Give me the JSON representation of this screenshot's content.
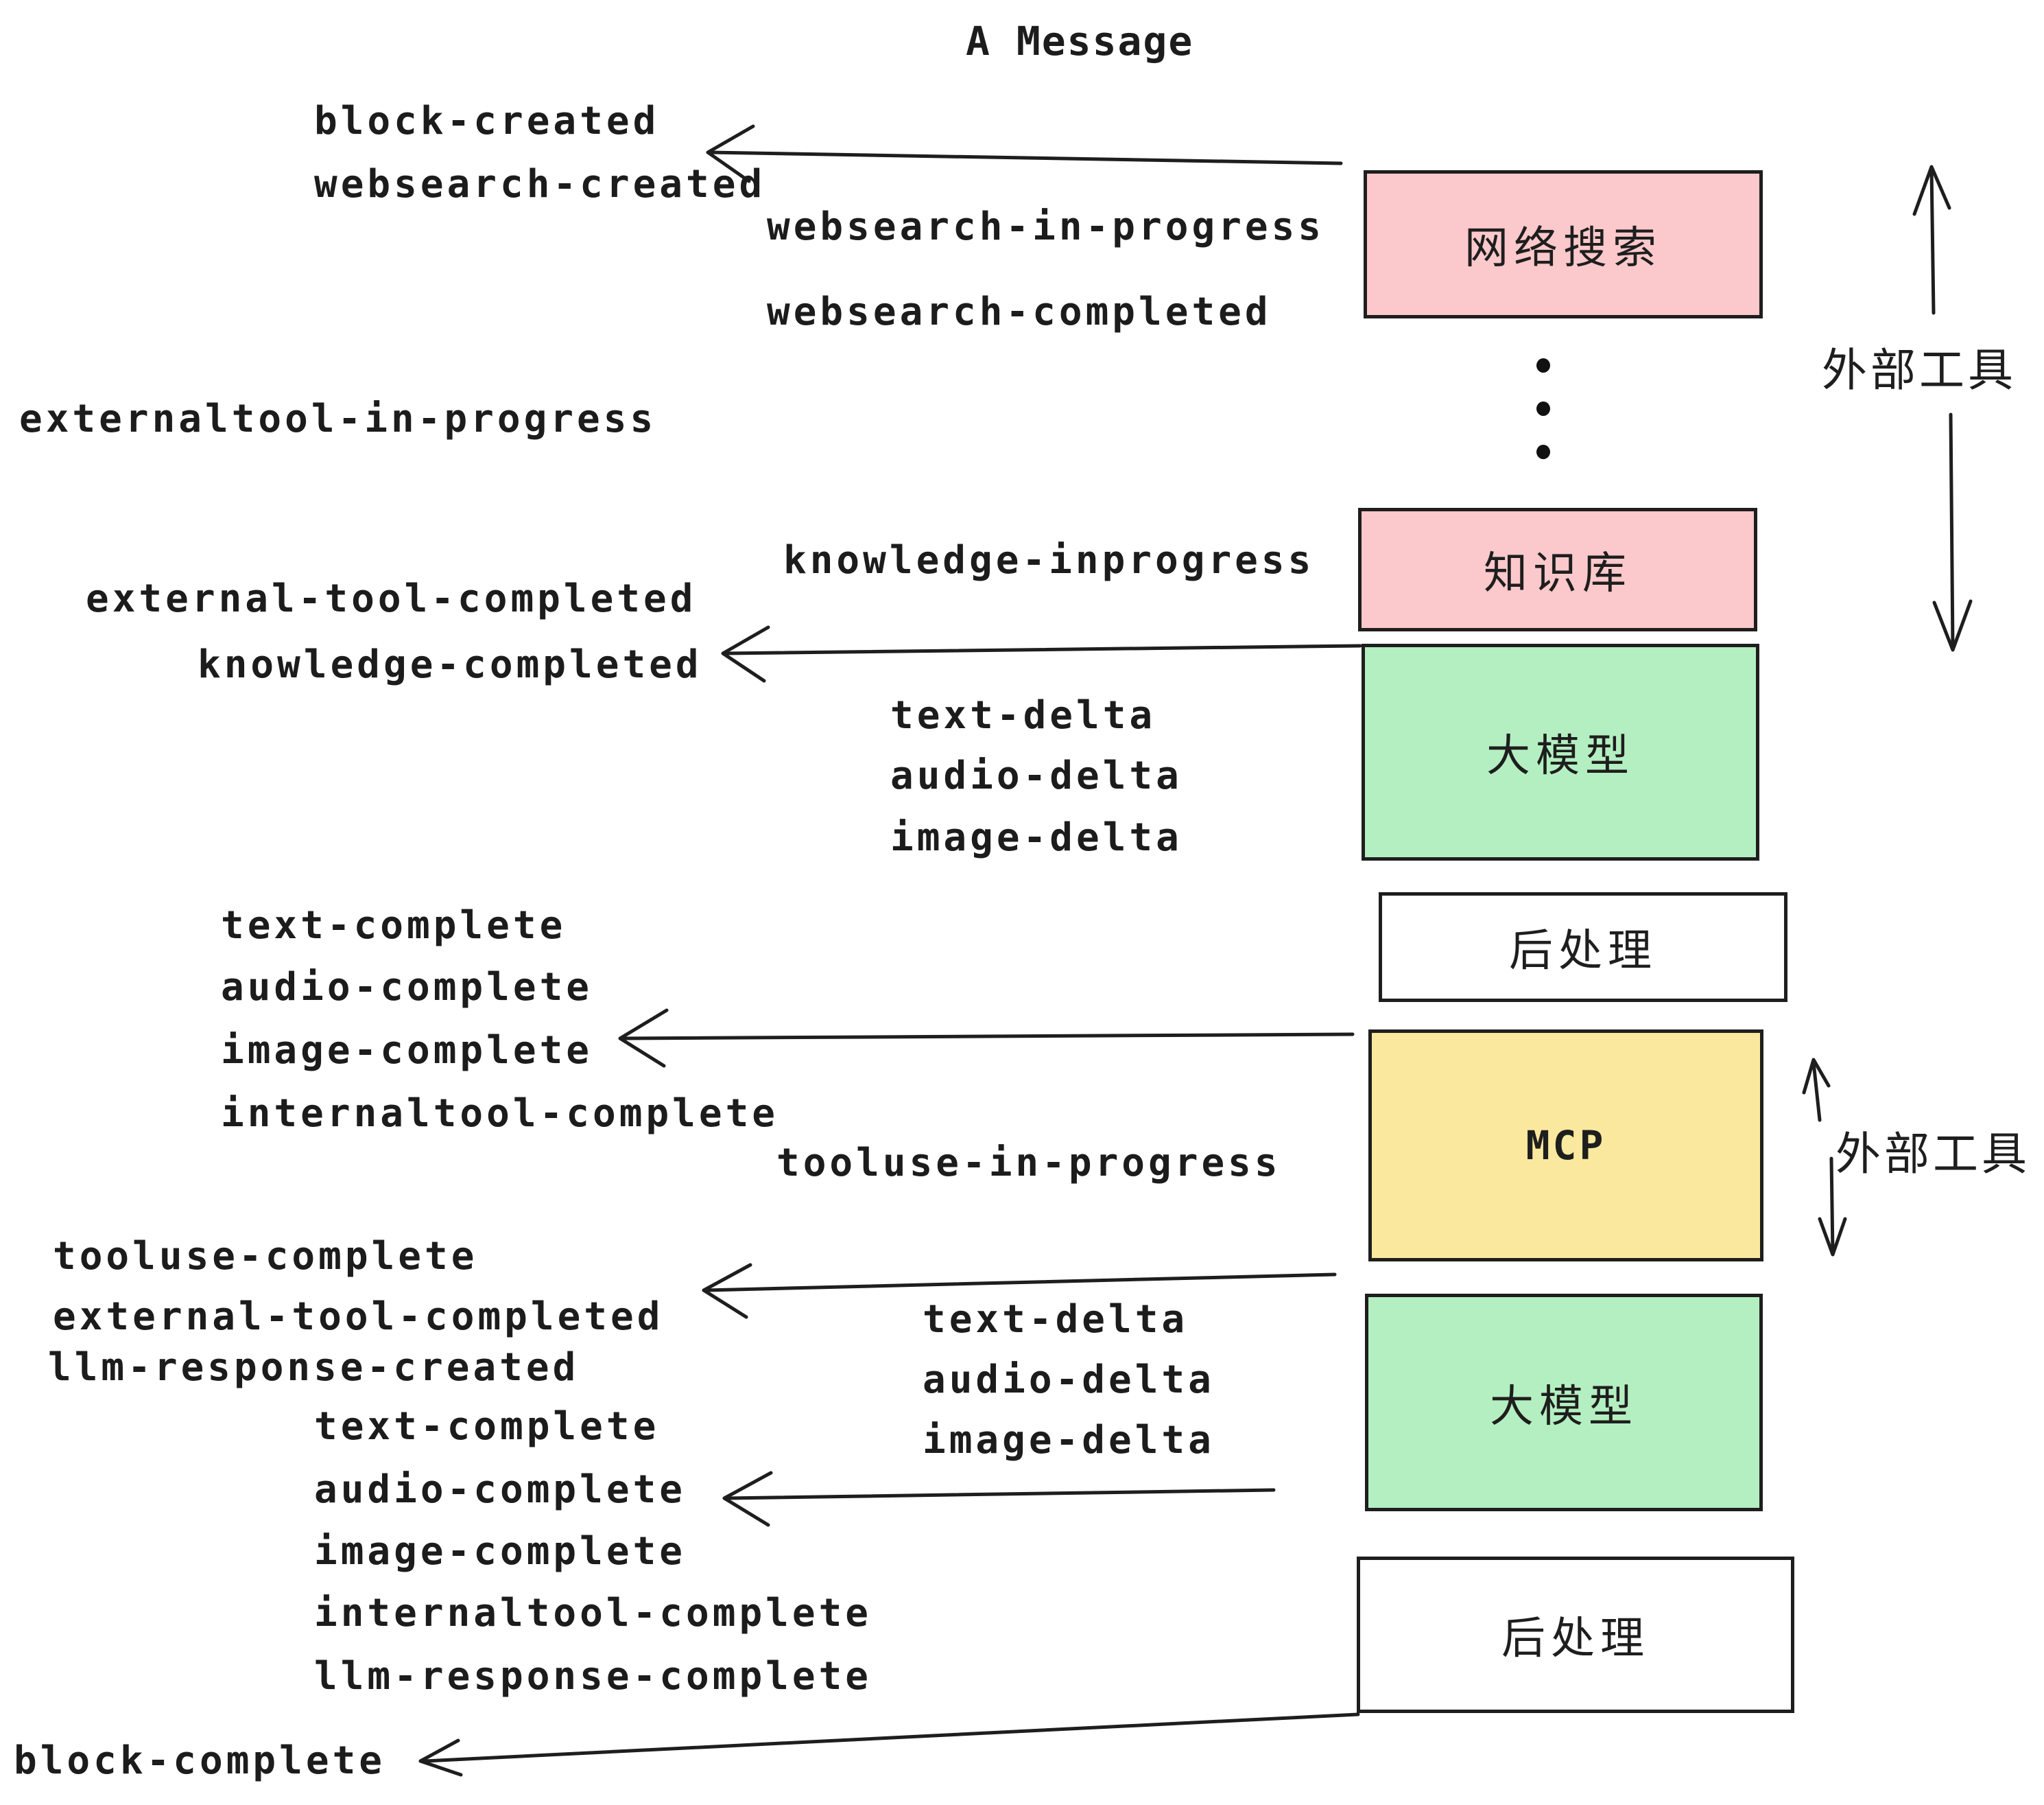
{
  "title": "A Message",
  "colors": {
    "websearch_box": "#fbc8cb",
    "knowledge_box": "#fbc8cb",
    "llm_box": "#b4efc1",
    "mcp_box": "#fae89e",
    "postprocess_box": "#ffffff",
    "ink": "#1e1e1e"
  },
  "boxes": [
    {
      "label": "网络搜索"
    },
    {
      "label": "知识库"
    },
    {
      "label": "大模型"
    },
    {
      "label": "后处理"
    },
    {
      "label": "MCP"
    },
    {
      "label": "大模型"
    },
    {
      "label": "后处理"
    }
  ],
  "side_labels": {
    "external_tools_top": "外部工具",
    "external_tools_mcp": "外部工具"
  },
  "events": {
    "block_created": "block-created",
    "websearch_created": "websearch-created",
    "websearch_in_progress": "websearch-in-progress",
    "websearch_completed": "websearch-completed",
    "externaltool_in_progress": "externaltool-in-progress",
    "knowledge_inprogress": "knowledge-inprogress",
    "external_tool_completed": "external-tool-completed",
    "knowledge_completed": "knowledge-completed",
    "text_delta": "text-delta",
    "audio_delta": "audio-delta",
    "image_delta": "image-delta",
    "text_complete": "text-complete",
    "audio_complete": "audio-complete",
    "image_complete": "image-complete",
    "internaltool_complete": "internaltool-complete",
    "tooluse_in_progress": "tooluse-in-progress",
    "tooluse_complete": "tooluse-complete",
    "llm_response_created": "llm-response-created",
    "llm_response_complete": "llm-response-complete",
    "block_complete": "block-complete"
  }
}
